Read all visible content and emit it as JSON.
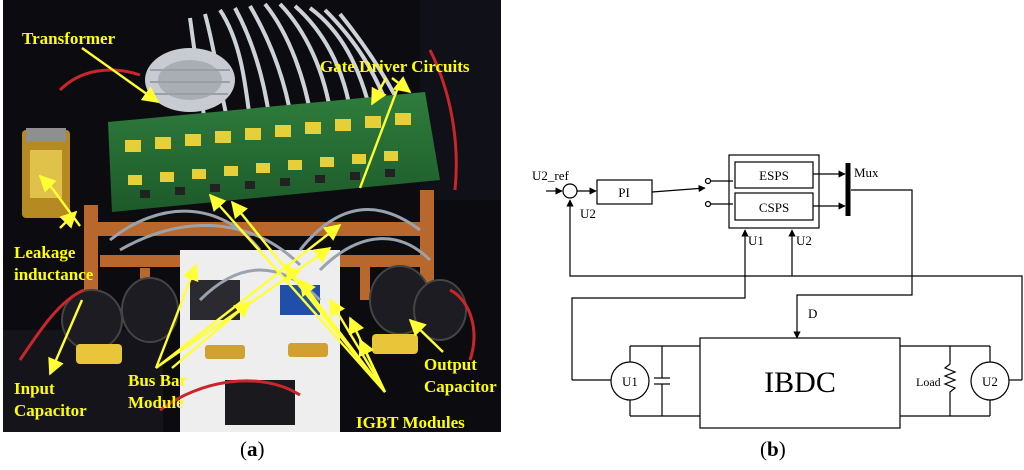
{
  "photo": {
    "labels": {
      "transformer": "Transformer",
      "gate_driver": "Gate Driver Circuits",
      "leakage_1": "Leakage",
      "leakage_2": "inductance",
      "input_cap_1": "Input",
      "input_cap_2": "Capacitor",
      "busbar_1": "Bus Bar",
      "busbar_2": "Module",
      "output_cap_1": "Output",
      "output_cap_2": "Capacitor",
      "igbt": "IGBT Modules"
    },
    "colors": {
      "label": "#ffff00",
      "arrow": "#ffff33"
    }
  },
  "diagram": {
    "u2_ref": "U2_ref",
    "u2_feedback": "U2",
    "pi": "PI",
    "esps": "ESPS",
    "csps": "CSPS",
    "mux": "Mux",
    "u1_in": "U1",
    "u2_in": "U2",
    "d": "D",
    "ibdc": "IBDC",
    "load": "Load",
    "src_left": "U1",
    "src_right": "U2"
  },
  "captions": {
    "a_open": "(",
    "a_letter": "a",
    "a_close": ")",
    "b_open": "(",
    "b_letter": "b",
    "b_close": ")"
  }
}
